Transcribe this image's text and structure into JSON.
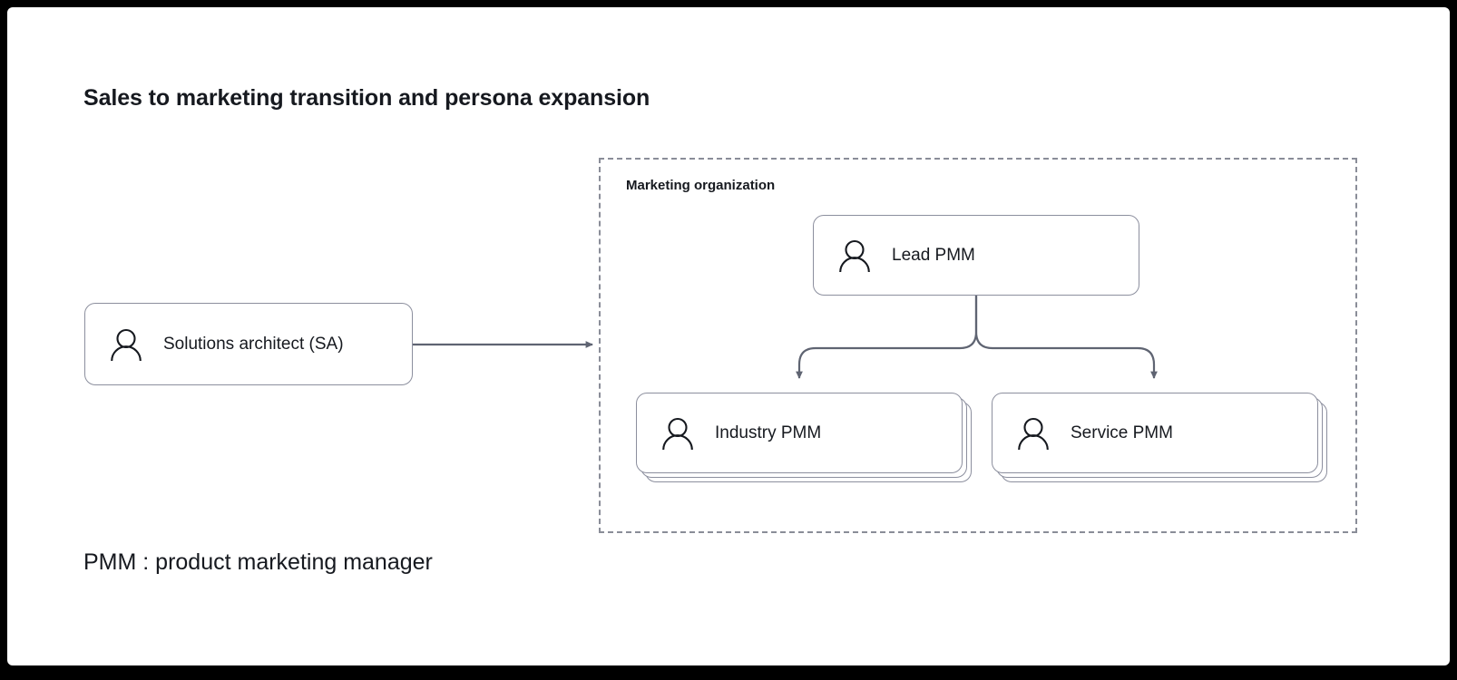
{
  "title": "Sales to marketing transition and persona expansion",
  "legend": "PMM : product marketing manager",
  "group": {
    "label": "Marketing organization"
  },
  "nodes": {
    "sa": {
      "label": "Solutions architect (SA)",
      "icon": "person-icon"
    },
    "lead_pmm": {
      "label": "Lead PMM",
      "icon": "person-icon"
    },
    "industry_pmm": {
      "label": "Industry PMM",
      "icon": "person-icon"
    },
    "service_pmm": {
      "label": "Service PMM",
      "icon": "person-icon"
    }
  },
  "colors": {
    "frame": "#000000",
    "background": "#ffffff",
    "text": "#16191f",
    "card_border": "#8c8f9e",
    "group_border": "#8a8d98",
    "connector": "#5f6472"
  }
}
